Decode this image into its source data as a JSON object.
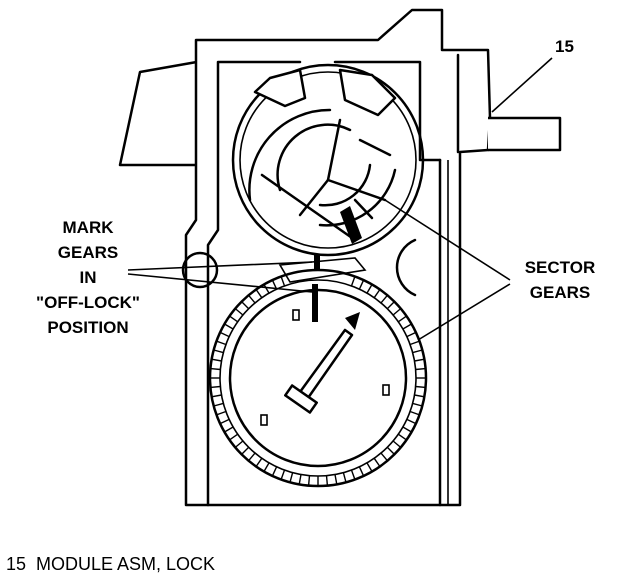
{
  "callout": {
    "number": "15"
  },
  "labels": {
    "mark_gears": [
      "MARK",
      "GEARS",
      "IN",
      "\"OFF-LOCK\"",
      "POSITION"
    ],
    "sector_gears": [
      "SECTOR",
      "GEARS"
    ]
  },
  "caption": {
    "number": "15",
    "text": "MODULE ASM, LOCK"
  },
  "colors": {
    "ink": "#000000",
    "paper": "#ffffff"
  }
}
